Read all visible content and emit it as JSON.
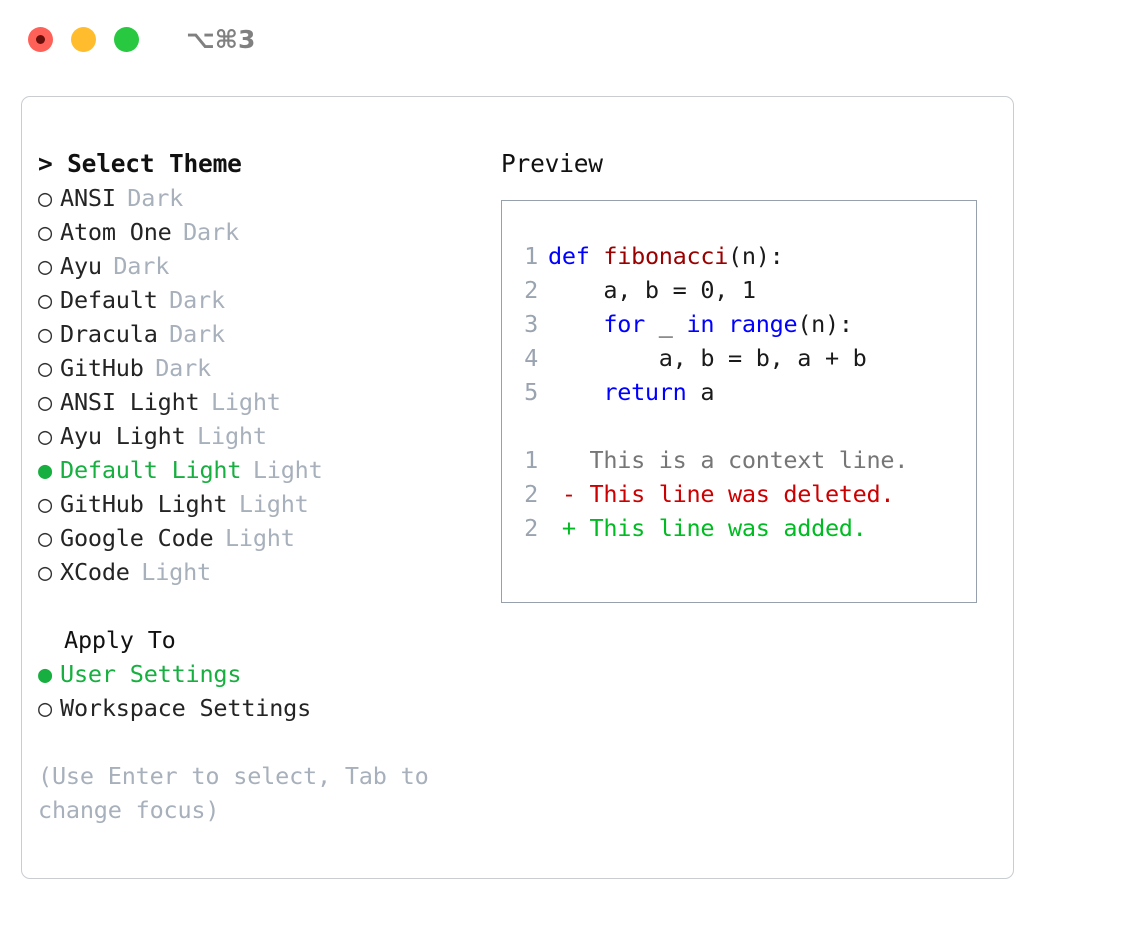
{
  "window": {
    "traffic_lights": [
      {
        "name": "close-button",
        "color": "#ff6058"
      },
      {
        "name": "minimize-button",
        "color": "#ffbd2e"
      },
      {
        "name": "maximize-button",
        "color": "#28c840"
      }
    ],
    "shortcut_title": "⌥⌘3"
  },
  "theme_panel": {
    "header": "> Select Theme",
    "themes": [
      {
        "bullet": "○",
        "name": "ANSI",
        "tag": "Dark",
        "selected": false
      },
      {
        "bullet": "○",
        "name": "Atom One",
        "tag": "Dark",
        "selected": false
      },
      {
        "bullet": "○",
        "name": "Ayu",
        "tag": "Dark",
        "selected": false
      },
      {
        "bullet": "○",
        "name": "Default",
        "tag": "Dark",
        "selected": false
      },
      {
        "bullet": "○",
        "name": "Dracula",
        "tag": "Dark",
        "selected": false
      },
      {
        "bullet": "○",
        "name": "GitHub",
        "tag": "Dark",
        "selected": false
      },
      {
        "bullet": "○",
        "name": "ANSI Light",
        "tag": "Light",
        "selected": false
      },
      {
        "bullet": "○",
        "name": "Ayu Light",
        "tag": "Light",
        "selected": false
      },
      {
        "bullet": "●",
        "name": "Default Light",
        "tag": "Light",
        "selected": true
      },
      {
        "bullet": "○",
        "name": "GitHub Light",
        "tag": "Light",
        "selected": false
      },
      {
        "bullet": "○",
        "name": "Google Code",
        "tag": "Light",
        "selected": false
      },
      {
        "bullet": "○",
        "name": "XCode",
        "tag": "Light",
        "selected": false
      }
    ],
    "apply_to_header": "Apply To",
    "apply_to_options": [
      {
        "bullet": "●",
        "name": "User Settings",
        "selected": true
      },
      {
        "bullet": "○",
        "name": "Workspace Settings",
        "selected": false
      }
    ],
    "hint": "(Use Enter to select, Tab to change focus)"
  },
  "preview": {
    "header": "Preview",
    "code_lines": [
      {
        "num": "1",
        "segments": [
          {
            "text": "def ",
            "style": "kw"
          },
          {
            "text": "fibonacci",
            "style": "fn"
          },
          {
            "text": "(n):",
            "style": "plain"
          }
        ]
      },
      {
        "num": "2",
        "segments": [
          {
            "text": "    a, b = 0, 1",
            "style": "plain"
          }
        ]
      },
      {
        "num": "3",
        "segments": [
          {
            "text": "    for ",
            "style": "kw"
          },
          {
            "text": "_",
            "style": "plain"
          },
          {
            "text": " in ",
            "style": "kw"
          },
          {
            "text": "range",
            "style": "kw"
          },
          {
            "text": "(n):",
            "style": "plain"
          }
        ]
      },
      {
        "num": "4",
        "segments": [
          {
            "text": "        a, b = b, a + b",
            "style": "plain"
          }
        ]
      },
      {
        "num": "5",
        "segments": [
          {
            "text": "    return ",
            "style": "kw"
          },
          {
            "text": "a",
            "style": "plain"
          }
        ]
      }
    ],
    "diff_lines": [
      {
        "num": "1",
        "text": "   This is a context line.",
        "style": "ctx"
      },
      {
        "num": "2",
        "text": " - This line was deleted.",
        "style": "del"
      },
      {
        "num": "2",
        "text": " + This line was added.",
        "style": "add"
      }
    ]
  },
  "colors": {
    "selected_green": "#17af3f",
    "muted_gray": "#a7b0bb",
    "keyword_blue": "#0000ff",
    "function_red": "#990000",
    "diff_delete": "#cc0000",
    "diff_add": "#00bb22",
    "panel_border": "#c9ccd1",
    "preview_border": "#97a1ae"
  }
}
